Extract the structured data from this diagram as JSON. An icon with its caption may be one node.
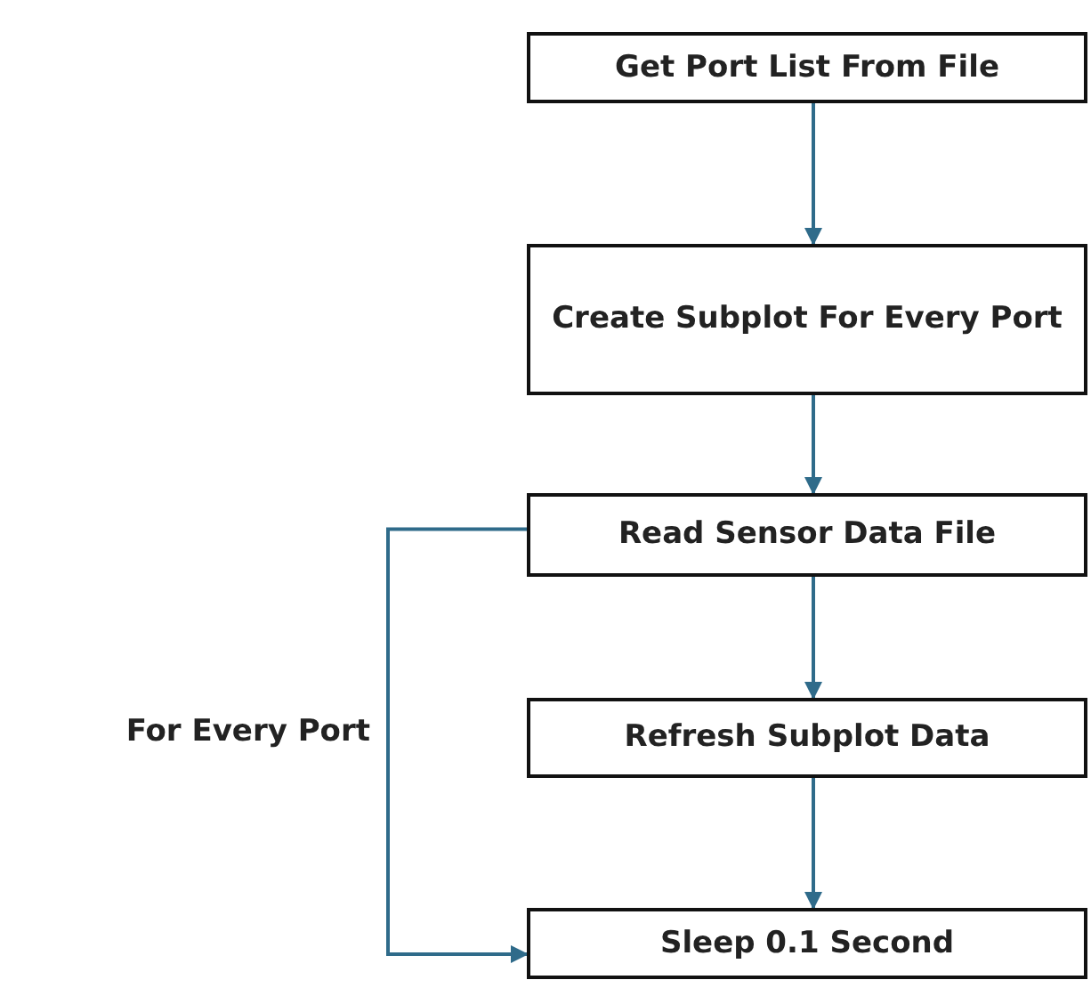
{
  "diagram": {
    "nodes": [
      {
        "text": [
          "Get Port List From File"
        ]
      },
      {
        "text": [
          "Create Subplot For Every Port"
        ]
      },
      {
        "text": [
          "Read Sensor Data File"
        ]
      },
      {
        "text": [
          "Refresh Subplot Data"
        ]
      },
      {
        "text": [
          "Sleep 0.1 Second"
        ]
      }
    ],
    "edges": [
      {
        "from": 0,
        "to": 1,
        "arrow": "to"
      },
      {
        "from": 1,
        "to": 2,
        "arrow": "to"
      },
      {
        "from": 2,
        "to": 3,
        "arrow": "to"
      },
      {
        "from": 3,
        "to": 4,
        "arrow": "to"
      },
      {
        "from": 2,
        "to": 4,
        "arrow": "to",
        "label": "For Every Port"
      }
    ]
  }
}
